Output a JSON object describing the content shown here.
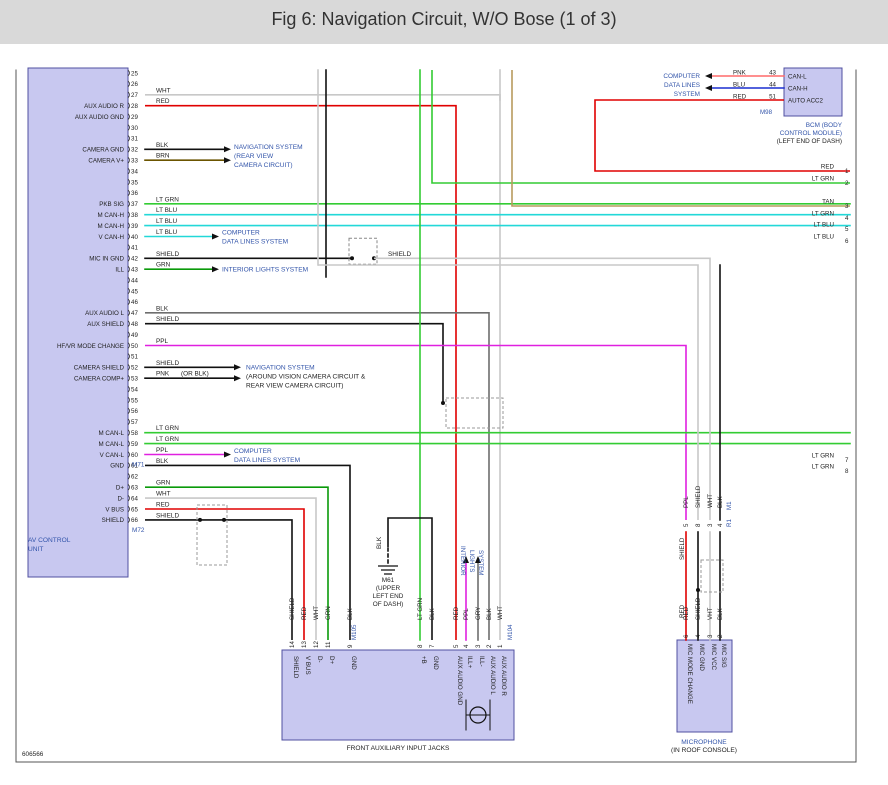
{
  "title": "Fig 6: Navigation Circuit, W/O Bose (1 of 3)",
  "figure_code": "606566",
  "colors": {
    "red": "#e00000",
    "ltgrn": "#33cc33",
    "ltblu": "#22d8d8",
    "ppl": "#e020e0",
    "wht": "#c8c8c8",
    "blk": "#111111",
    "brn": "#6b5500",
    "tan": "#b89b5e",
    "gry": "#6e6e6e",
    "grn": "#0a9a0a",
    "pnk": "#ff6a6a",
    "blu": "#1a2fd0",
    "module_fill": "#c8c8f0",
    "module_stroke": "#5050a0",
    "ref_text": "#3355aa"
  },
  "av_unit": {
    "label_line1": "AV CONTROL",
    "label_line2": "UNIT",
    "connector_m71": "M71",
    "connector_m72": "M72",
    "pins": [
      {
        "num": "25",
        "label": ""
      },
      {
        "num": "26",
        "label": ""
      },
      {
        "num": "27",
        "label": ""
      },
      {
        "num": "28",
        "label": "AUX AUDIO R"
      },
      {
        "num": "29",
        "label": "AUX AUDIO GND"
      },
      {
        "num": "30",
        "label": ""
      },
      {
        "num": "31",
        "label": ""
      },
      {
        "num": "32",
        "label": "CAMERA GND"
      },
      {
        "num": "33",
        "label": "CAMERA V+"
      },
      {
        "num": "34",
        "label": ""
      },
      {
        "num": "35",
        "label": ""
      },
      {
        "num": "36",
        "label": ""
      },
      {
        "num": "37",
        "label": "PKB SIG"
      },
      {
        "num": "38",
        "label": "M CAN-H"
      },
      {
        "num": "39",
        "label": "M CAN-H"
      },
      {
        "num": "40",
        "label": "V CAN-H"
      },
      {
        "num": "41",
        "label": ""
      },
      {
        "num": "42",
        "label": "MIC IN GND"
      },
      {
        "num": "43",
        "label": "ILL"
      },
      {
        "num": "44",
        "label": ""
      },
      {
        "num": "45",
        "label": ""
      },
      {
        "num": "46",
        "label": ""
      },
      {
        "num": "47",
        "label": "AUX AUDIO L"
      },
      {
        "num": "48",
        "label": "AUX SHIELD"
      },
      {
        "num": "49",
        "label": ""
      },
      {
        "num": "50",
        "label": "HF/VR MODE CHANGE"
      },
      {
        "num": "51",
        "label": ""
      },
      {
        "num": "52",
        "label": "CAMERA SHIELD"
      },
      {
        "num": "53",
        "label": "CAMERA COMP+"
      },
      {
        "num": "54",
        "label": ""
      },
      {
        "num": "55",
        "label": ""
      },
      {
        "num": "56",
        "label": ""
      },
      {
        "num": "57",
        "label": ""
      },
      {
        "num": "58",
        "label": "M CAN-L"
      },
      {
        "num": "59",
        "label": "M CAN-L"
      },
      {
        "num": "60",
        "label": "V CAN-L"
      },
      {
        "num": "61",
        "label": "GND"
      },
      {
        "num": "62",
        "label": ""
      },
      {
        "num": "63",
        "label": "D+"
      },
      {
        "num": "64",
        "label": "D-"
      },
      {
        "num": "65",
        "label": "V BUS"
      },
      {
        "num": "66",
        "label": "SHIELD"
      }
    ]
  },
  "wire_labels": {
    "w27": "WHT",
    "w28": "RED",
    "w32": "BLK",
    "w33": "BRN",
    "w37": "LT GRN",
    "w38": "LT BLU",
    "w39": "LT BLU",
    "w40": "LT BLU",
    "w42": "SHIELD",
    "w43": "GRN",
    "w47": "BLK",
    "w48": "SHIELD",
    "w50": "PPL",
    "w52": "SHIELD",
    "w53": "PNK",
    "w53b": "(OR BLK)",
    "w58": "LT GRN",
    "w59": "LT GRN",
    "w60": "PPL",
    "w61": "BLK",
    "w63": "GRN",
    "w64": "WHT",
    "w65": "RED",
    "w66": "SHIELD",
    "shield42": "SHIELD"
  },
  "refs": {
    "nav_rear_1": "NAVIGATION SYSTEM",
    "nav_rear_2": "(REAR VIEW",
    "nav_rear_3": "CAMERA CIRCUIT)",
    "cds1_1": "COMPUTER",
    "cds1_2": "DATA LINES SYSTEM",
    "ill_ref": "INTERIOR LIGHTS SYSTEM",
    "nav_av_1": "NAVIGATION SYSTEM",
    "nav_av_2": "(AROUND VISION CAMERA CIRCUIT &",
    "nav_av_3": "REAR VIEW CAMERA CIRCUIT)",
    "cds2_1": "COMPUTER",
    "cds2_2": "DATA LINES SYSTEM",
    "cds3_1": "COMPUTER",
    "cds3_2": "DATA LINES",
    "cds3_3": "SYSTEM"
  },
  "bcm": {
    "pins": [
      {
        "num": "43",
        "label": "CAN-L",
        "wire": "PNK"
      },
      {
        "num": "44",
        "label": "CAN-H",
        "wire": "BLU"
      },
      {
        "num": "51",
        "label": "AUTO ACC2",
        "wire": "RED"
      }
    ],
    "connector": "M98",
    "label_1": "BCM (BODY",
    "label_2": "CONTROL MODULE)",
    "label_3": "(LEFT END OF DASH)"
  },
  "right_offpage": [
    {
      "num": "1",
      "wire": "RED"
    },
    {
      "num": "2",
      "wire": "LT GRN"
    },
    {
      "num": "3",
      "wire": "TAN"
    },
    {
      "num": "4",
      "wire": "LT GRN"
    },
    {
      "num": "5",
      "wire": "LT BLU"
    },
    {
      "num": "6",
      "wire": "LT BLU"
    },
    {
      "num": "7",
      "wire": "LT GRN"
    },
    {
      "num": "8",
      "wire": "LT GRN"
    }
  ],
  "ground": {
    "wire": "BLK",
    "id": "M61",
    "desc_1": "(UPPER",
    "desc_2": "LEFT END",
    "desc_3": "OF DASH)"
  },
  "interior_ref": {
    "l1": "INTERIOR",
    "l2": "LIGHTS",
    "l3": "SYSTEM"
  },
  "jacks": {
    "label": "FRONT AUXILIARY INPUT JACKS",
    "connector_left": "M105",
    "connector_right": "M104",
    "pins_left": [
      {
        "num": "14",
        "wire": "SHIELD",
        "label": "SHIELD"
      },
      {
        "num": "13",
        "wire": "RED",
        "label": "V BUS"
      },
      {
        "num": "12",
        "wire": "WHT",
        "label": "D-"
      },
      {
        "num": "11",
        "wire": "GRN",
        "label": "D+"
      },
      {
        "num": "9",
        "wire": "BLK",
        "label": "GND"
      }
    ],
    "pins_right": [
      {
        "num": "8",
        "wire": "LT GRN",
        "label": "+B"
      },
      {
        "num": "7",
        "wire": "BLK",
        "label": "GND"
      },
      {
        "num": "5",
        "wire": "RED",
        "label": "AUX AUDIO GND"
      },
      {
        "num": "4",
        "wire": "PPL",
        "label": "ILL+"
      },
      {
        "num": "3",
        "wire": "GRY",
        "label": "ILL-"
      },
      {
        "num": "2",
        "wire": "BLK",
        "label": "AUX AUDIO L"
      },
      {
        "num": "1",
        "wire": "WHT",
        "label": "AUX AUDIO R"
      }
    ]
  },
  "mic": {
    "label_1": "MICROPHONE",
    "label_2": "(IN ROOF CONSOLE)",
    "connector": "R1",
    "connector_top": "M1",
    "top_pins": [
      {
        "num": "5",
        "wire": "PPL"
      },
      {
        "num": "8",
        "wire": "SHIELD"
      },
      {
        "num": "3",
        "wire": "WHT"
      },
      {
        "num": "4",
        "wire": "BLK"
      }
    ],
    "bottom_pins": [
      {
        "num": "6",
        "wire": "RED"
      },
      {
        "num": "4",
        "wire": "SHIELD"
      },
      {
        "num": "3",
        "wire": "VHT"
      },
      {
        "num": "2",
        "wire": "BLK"
      }
    ],
    "pin_labels": [
      "MIC MODE CHANGE",
      "MIC GND",
      "MIC VCC",
      "MIC SIG"
    ],
    "mid_wires": [
      "RED",
      "SHIELD"
    ]
  }
}
